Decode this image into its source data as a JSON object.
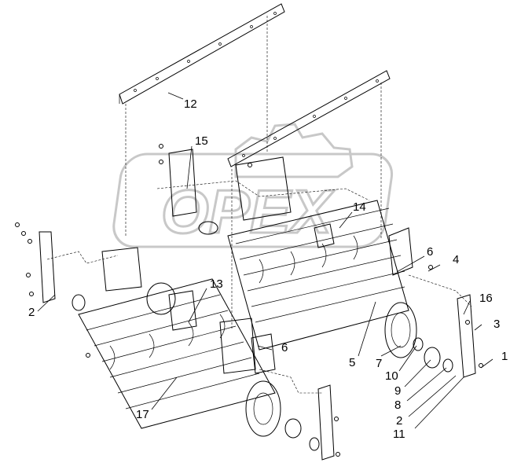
{
  "watermark": {
    "text": "OPEX"
  },
  "callouts": [
    {
      "id": "c12",
      "text": "12"
    },
    {
      "id": "c15",
      "text": "15"
    },
    {
      "id": "c14",
      "text": "14"
    },
    {
      "id": "c6a",
      "text": "6"
    },
    {
      "id": "c4",
      "text": "4"
    },
    {
      "id": "c2a",
      "text": "2"
    },
    {
      "id": "c13",
      "text": "13"
    },
    {
      "id": "c16",
      "text": "16"
    },
    {
      "id": "c3",
      "text": "3"
    },
    {
      "id": "c1",
      "text": "1"
    },
    {
      "id": "c6b",
      "text": "6"
    },
    {
      "id": "c5",
      "text": "5"
    },
    {
      "id": "c7",
      "text": "7"
    },
    {
      "id": "c10",
      "text": "10"
    },
    {
      "id": "c9",
      "text": "9"
    },
    {
      "id": "c8",
      "text": "8"
    },
    {
      "id": "c2b",
      "text": "2"
    },
    {
      "id": "c11",
      "text": "11"
    },
    {
      "id": "c17",
      "text": "17"
    }
  ]
}
